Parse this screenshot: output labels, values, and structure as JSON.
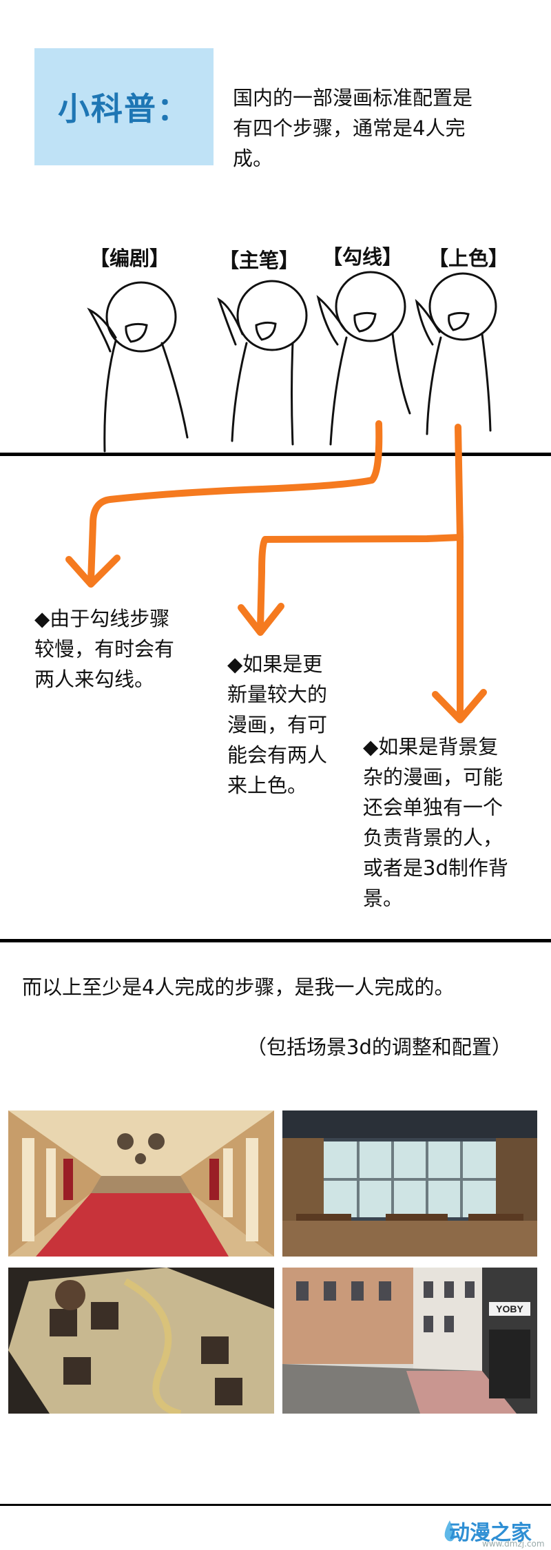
{
  "tip": {
    "title": "小科普：",
    "intro_lines": [
      "国内的一部漫画标准配置是",
      "有四个步骤，通常是4人完",
      "成。"
    ]
  },
  "roles": [
    "【编剧】",
    "【主笔】",
    "【勾线】",
    "【上色】"
  ],
  "notes": {
    "line_art": [
      "◆由于勾线步骤",
      "较慢，有时会有",
      "两人来勾线。"
    ],
    "coloring": [
      "◆如果是更",
      "新量较大的",
      "漫画，有可",
      "能会有两人",
      "来上色。"
    ],
    "background": [
      "◆如果是背景复",
      "杂的漫画，可能",
      "还会单独有一个",
      "负责背景的人，",
      "或者是3d制作背",
      "景。"
    ]
  },
  "summary": "而以上至少是4人完成的步骤，是我一人完成的。",
  "summary_note": "（包括场景3d的调整和配置）",
  "scene_images": {
    "street_sign": "YOBY"
  },
  "watermark": {
    "name": "动漫之家",
    "url": "www.dmzj.com"
  },
  "colors": {
    "box": "#bfe2f6",
    "title": "#1e76b4",
    "arrow": "#f57a1f",
    "watermark": "#2f8fd4"
  }
}
